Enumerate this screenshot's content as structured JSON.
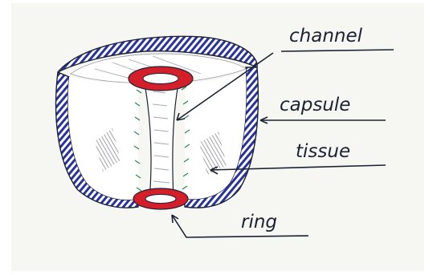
{
  "labels": {
    "channel": "channel",
    "capsule": "capsule",
    "tissue": "tissue",
    "ring": "ring"
  },
  "colors": {
    "paper": "#f6f6f2",
    "capsule_stripe": "#27339a",
    "ring": "#d41f2a",
    "ink": "#1c2233",
    "fiber": "#2e8a52",
    "shading": "#9a9aa0"
  }
}
